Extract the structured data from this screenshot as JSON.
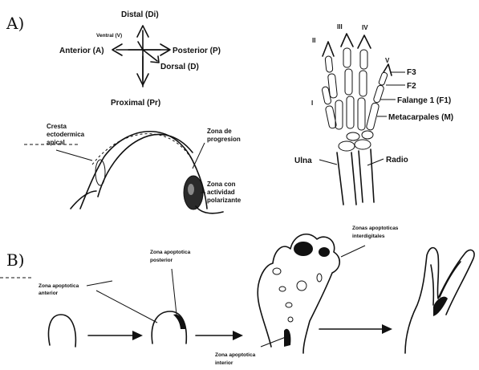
{
  "panels": {
    "a": "A)",
    "b": "B)"
  },
  "axes": {
    "distal": "Distal (Di)",
    "ventral": "Ventral (V)",
    "anterior": "Anterior (A)",
    "posterior": "Posterior (P)",
    "dorsal": "Dorsal (D)",
    "proximal": "Proximal (Pr)"
  },
  "limb_bud": {
    "crest": [
      "Cresta",
      "ectodermica",
      "apical"
    ],
    "progression": [
      "Zona de",
      "progresion"
    ],
    "polarizing": [
      "Zona con",
      "actividad",
      "polarizante"
    ]
  },
  "skeleton": {
    "digit_ii": "II",
    "digit_iii": "III",
    "digit_iv": "IV",
    "digit_v": "V",
    "digit_i": "I",
    "f3": "F3",
    "f2": "F2",
    "f1": "Falange 1 (F1)",
    "metacarpals": "Metacarpales (M)",
    "ulna": "Ulna",
    "radius": "Radio"
  },
  "apoptosis": {
    "anterior": [
      "Zona apoptotica",
      "anterior"
    ],
    "posterior": [
      "Zona apoptotica",
      "posterior"
    ],
    "interdigital": [
      "Zonas apoptoticas",
      "interdigitales"
    ],
    "interior": [
      "Zona apoptotica",
      "interior"
    ]
  }
}
